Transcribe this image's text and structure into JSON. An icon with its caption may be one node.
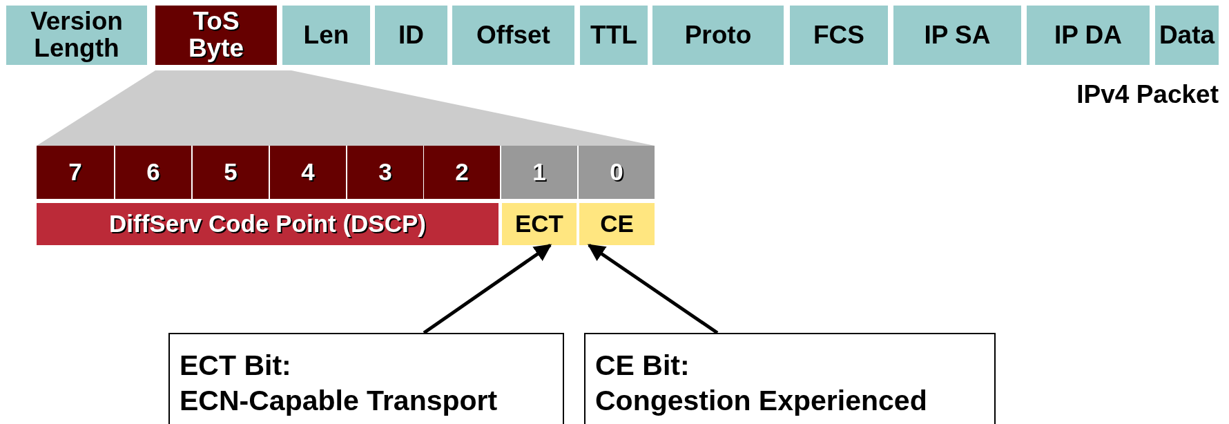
{
  "diagram": {
    "nodes": [
      {
        "text": [
          "Version Length"
        ]
      },
      {
        "text": [
          "ToS Byte"
        ]
      },
      {
        "text": [
          "Len"
        ]
      },
      {
        "text": [
          "ID"
        ]
      },
      {
        "text": [
          "Offset"
        ]
      },
      {
        "text": [
          "TTL"
        ]
      },
      {
        "text": [
          "Proto"
        ]
      },
      {
        "text": [
          "FCS"
        ]
      },
      {
        "text": [
          "IP SA"
        ]
      },
      {
        "text": [
          "IP DA"
        ]
      },
      {
        "text": [
          "Data"
        ]
      },
      {
        "text": [
          "7"
        ]
      },
      {
        "text": [
          "6"
        ]
      },
      {
        "text": [
          "5"
        ]
      },
      {
        "text": [
          "4"
        ]
      },
      {
        "text": [
          "3"
        ]
      },
      {
        "text": [
          "2"
        ]
      },
      {
        "text": [
          "1"
        ]
      },
      {
        "text": [
          "0"
        ]
      },
      {
        "text": [
          "DiffServ Code Point (DSCP)"
        ]
      },
      {
        "text": [
          "ECT"
        ]
      },
      {
        "text": [
          "CE"
        ]
      },
      {
        "text": [
          "ECT Bit:",
          "ECN-Capable Transport"
        ]
      },
      {
        "text": [
          "CE Bit:",
          "Congestion Experienced"
        ]
      },
      {
        "text": [],
        "shape": "trapezoid"
      }
    ],
    "edges": [
      {
        "from": 22,
        "to": 20,
        "arrow": "to"
      },
      {
        "from": 23,
        "to": 21,
        "arrow": "to"
      }
    ],
    "labels": [
      "IPv4 Packet"
    ]
  }
}
